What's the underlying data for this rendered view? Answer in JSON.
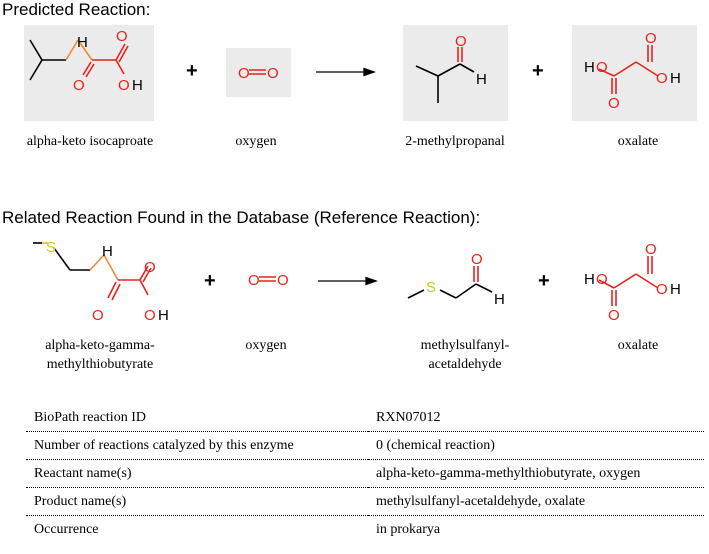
{
  "predicted": {
    "heading": "Predicted Reaction:",
    "reactants": [
      "alpha-keto isocaproate",
      "oxygen"
    ],
    "products": [
      "2-methylpropanal",
      "oxalate"
    ]
  },
  "reference": {
    "heading": "Related Reaction Found in the Database (Reference Reaction):",
    "reactant1_line1": "alpha-keto-gamma-",
    "reactant1_line2": "methylthiobutyrate",
    "reactant2": "oxygen",
    "product1_line1": "methylsulfanyl-",
    "product1_line2": "acetaldehyde",
    "product2": "oxalate"
  },
  "atoms": {
    "H": "H",
    "O": "O",
    "S": "S"
  },
  "table": [
    {
      "key": "BioPath reaction ID",
      "value": "RXN07012"
    },
    {
      "key": "Number of reactions catalyzed by this enzyme",
      "value": "0 (chemical reaction)"
    },
    {
      "key": "Reactant name(s)",
      "value": "alpha-keto-gamma-methylthiobutyrate, oxygen"
    },
    {
      "key": "Product name(s)",
      "value": "methylsulfanyl-acetaldehyde, oxalate"
    },
    {
      "key": "Occurrence",
      "value": "in prokarya"
    }
  ],
  "colors": {
    "oxygen": "#e8231c",
    "changed_bond": "#f08a32",
    "sulfur": "#d6c32a",
    "highlight_box": "#ebebeb"
  }
}
